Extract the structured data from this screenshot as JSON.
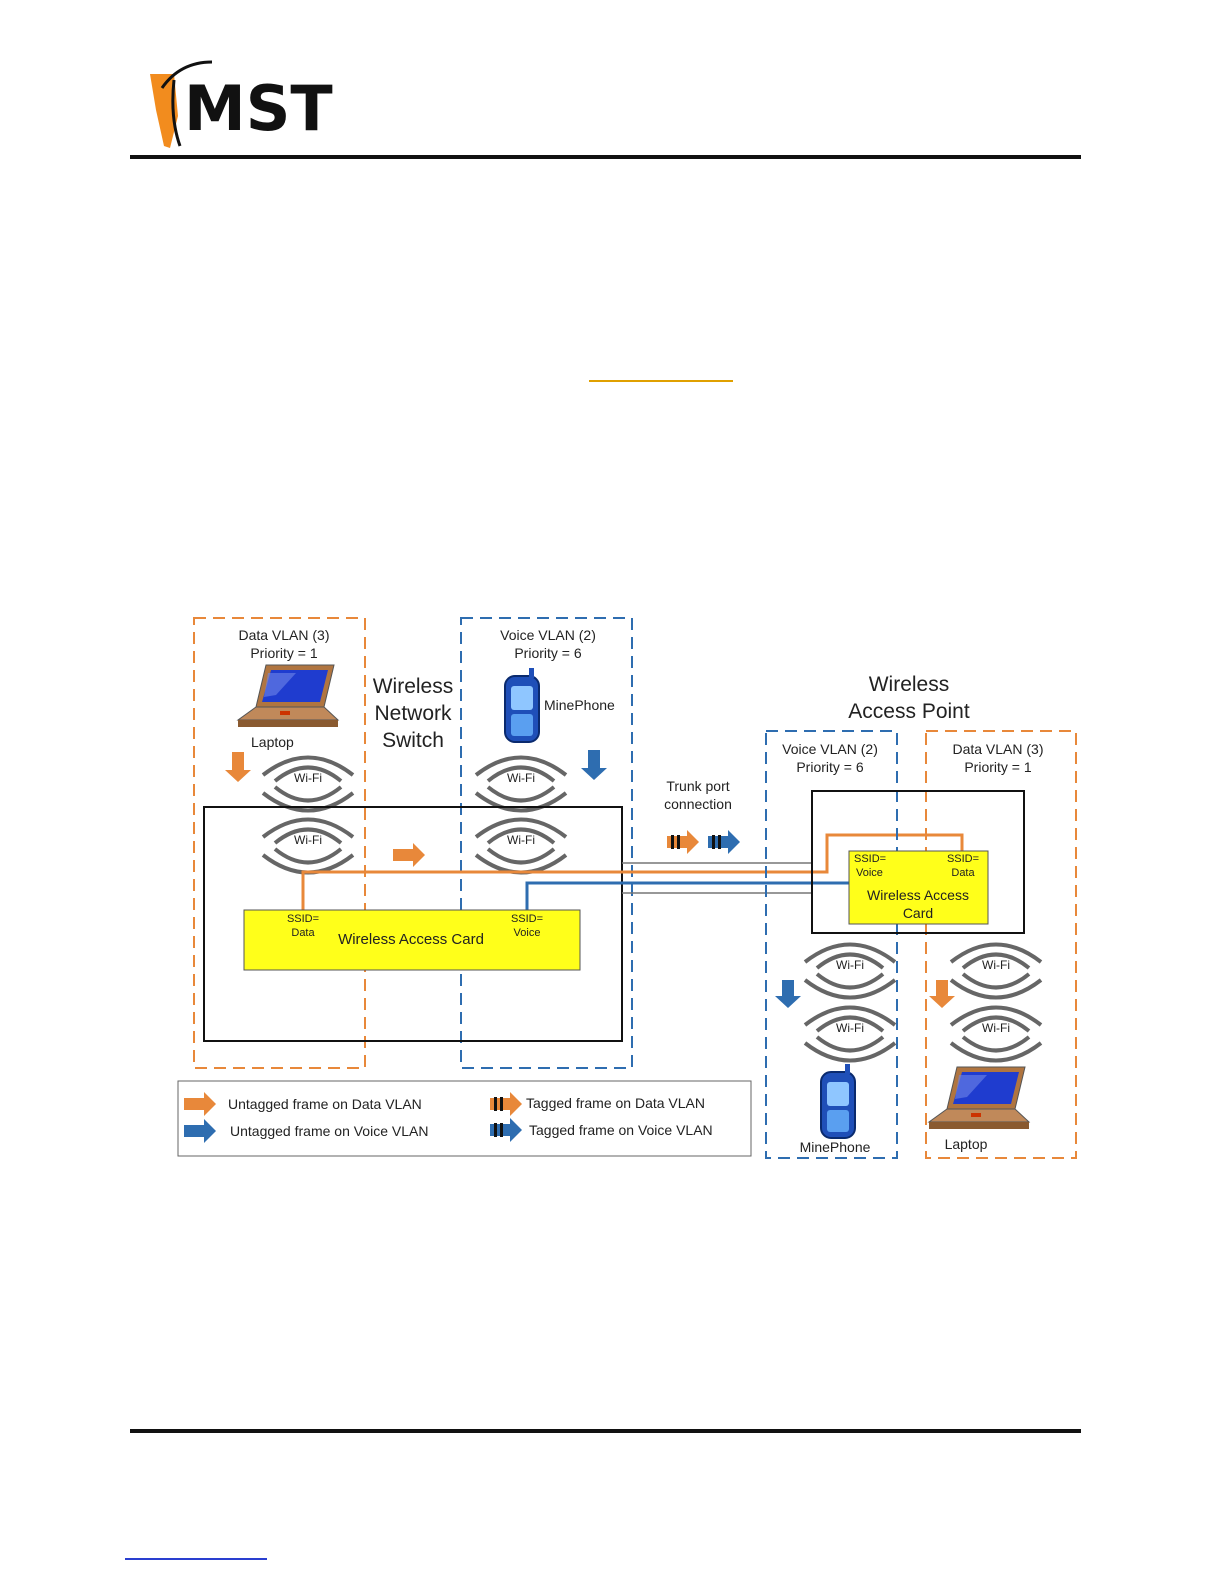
{
  "header": {
    "logo_text": "MST"
  },
  "diagram": {
    "switch": {
      "title_lines": [
        "Wireless",
        "Network",
        "Switch"
      ],
      "data_vlan": {
        "name": "Data VLAN (3)",
        "priority": "Priority = 1"
      },
      "voice_vlan": {
        "name": "Voice VLAN (2)",
        "priority": "Priority = 6"
      },
      "laptop_label": "Laptop",
      "phone_label": "MinePhone",
      "card_label": "Wireless Access Card",
      "ssid_data_lines": [
        "SSID=",
        "Data"
      ],
      "ssid_voice_lines": [
        "SSID=",
        "Voice"
      ]
    },
    "trunk": {
      "lines": [
        "Trunk port",
        "connection"
      ]
    },
    "access_point": {
      "title_lines": [
        "Wireless",
        "Access Point"
      ],
      "voice_vlan": {
        "name": "Voice VLAN (2)",
        "priority": "Priority = 6"
      },
      "data_vlan": {
        "name": "Data VLAN (3)",
        "priority": "Priority = 1"
      },
      "card_lines": [
        "Wireless Access",
        "Card"
      ],
      "ssid_voice_lines": [
        "SSID=",
        "Voice"
      ],
      "ssid_data_lines": [
        "SSID=",
        "Data"
      ],
      "phone_label": "MinePhone",
      "laptop_label": "Laptop"
    },
    "wifi_label": "Wi-Fi",
    "legend": {
      "untagged_data": "Untagged frame on Data VLAN",
      "untagged_voice": "Untagged frame on Voice VLAN",
      "tagged_data": "Tagged frame on Data VLAN",
      "tagged_voice": "Tagged frame on Voice VLAN"
    },
    "colors": {
      "data_vlan": "#e8883a",
      "voice_vlan": "#2e6db0",
      "card_fill": "#ffff1a"
    }
  }
}
